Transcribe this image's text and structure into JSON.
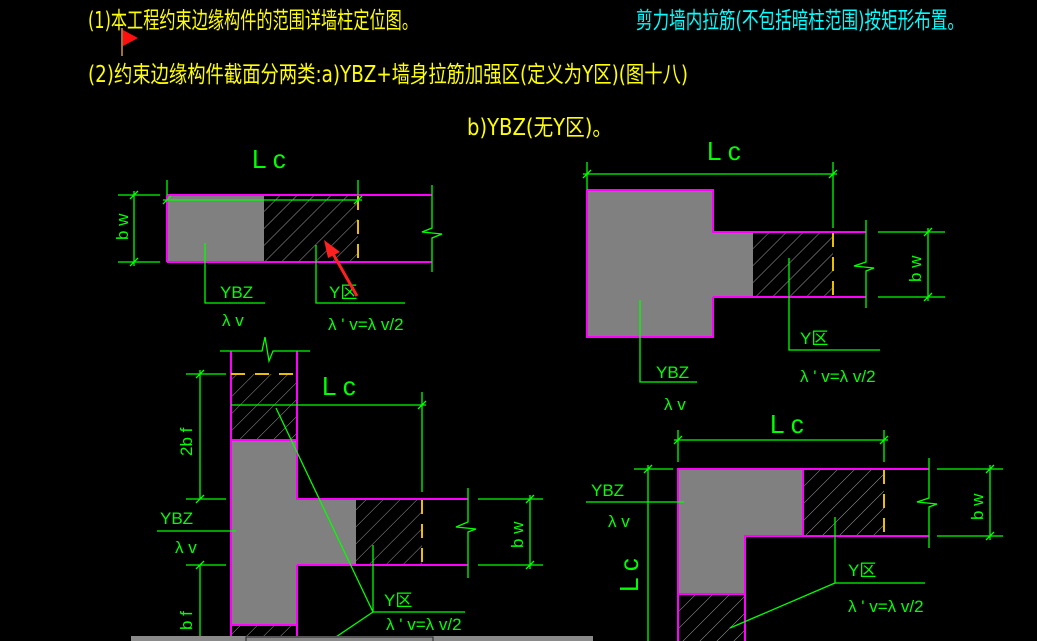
{
  "notes": {
    "line1": "(1)本工程约束边缘构件的范围详墙柱定位图。",
    "line1_right": "剪力墙内拉筋(不包括暗柱范围)按矩形布置。",
    "line2": "(2)约束边缘构件截面分两类:a)YBZ+墙身拉筋加强区(定义为Y区)(图十八)",
    "line3": "b)YBZ(无Y区)。"
  },
  "labels": {
    "lc": "L c",
    "bw": "b w",
    "ybz": "YBZ",
    "lambda_v": "λ v",
    "y_zone": "Y区",
    "lambda_prime": "λ ' v=λ v/2",
    "two_bf": "2b f",
    "bf": "b f"
  },
  "colors": {
    "text_yellow": "#ffff00",
    "text_cyan": "#00ffff",
    "dimension": "#00ff00",
    "outline": "#ff00ff",
    "concrete": "#808080",
    "marker": "#ff2020"
  }
}
